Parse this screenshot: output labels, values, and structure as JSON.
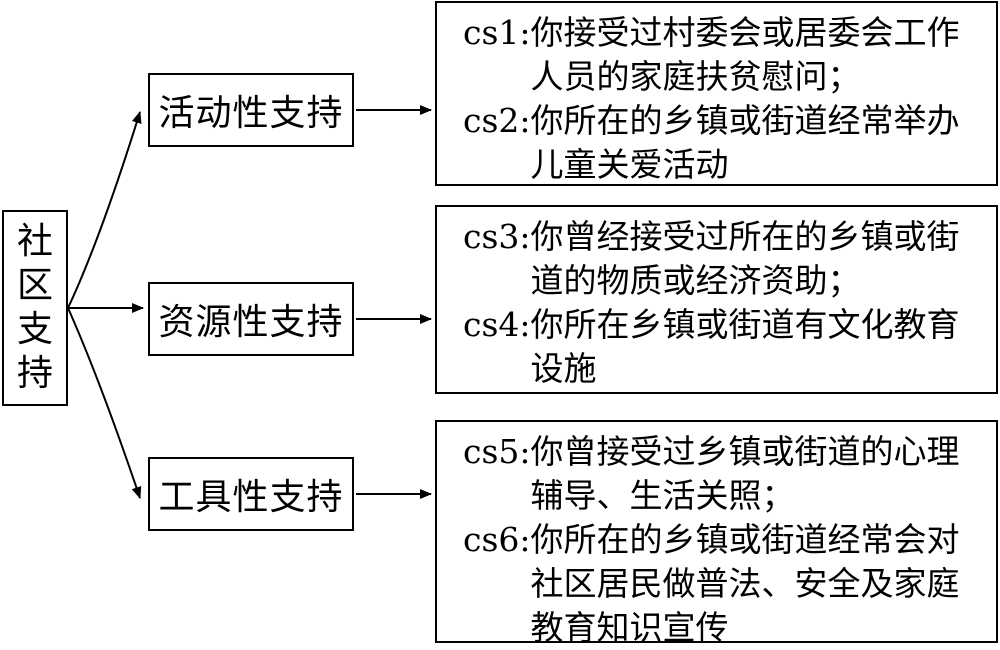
{
  "root": {
    "label": [
      "社",
      "区",
      "支",
      "持"
    ]
  },
  "branches": [
    {
      "label": "活动性支持",
      "items": [
        {
          "code": "cs1:",
          "text": "你接受过村委会或居委会工作人员的家庭扶贫慰问；"
        },
        {
          "code": "cs2:",
          "text": "你所在的乡镇或街道经常举办儿童关爱活动"
        }
      ]
    },
    {
      "label": "资源性支持",
      "items": [
        {
          "code": "cs3:",
          "text": "你曾经接受过所在的乡镇或街道的物质或经济资助；"
        },
        {
          "code": "cs4:",
          "text": "你所在乡镇或街道有文化教育设施"
        }
      ]
    },
    {
      "label": "工具性支持",
      "items": [
        {
          "code": "cs5:",
          "text": "你曾接受过乡镇或街道的心理辅导、生活关照；"
        },
        {
          "code": "cs6:",
          "text": "你所在的乡镇或街道经常会对社区居民做普法、安全及家庭教育知识宣传"
        }
      ]
    }
  ]
}
